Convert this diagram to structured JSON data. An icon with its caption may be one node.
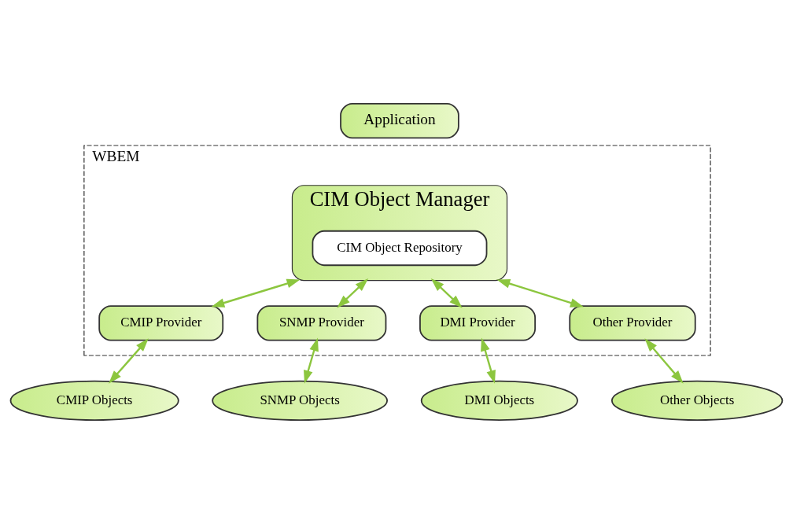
{
  "diagram": {
    "nodes": [
      {
        "text": [
          "Application"
        ]
      },
      {
        "text": [
          "WBEM"
        ]
      },
      {
        "text": [
          "CIM Object Manager"
        ],
        "in": 1
      },
      {
        "text": [
          "CIM Object Repository"
        ],
        "in": 2
      },
      {
        "text": [
          "CMIP Provider"
        ],
        "in": 1
      },
      {
        "text": [
          "SNMP Provider"
        ],
        "in": 1
      },
      {
        "text": [
          "DMI Provider"
        ],
        "in": 1
      },
      {
        "text": [
          "Other Provider"
        ],
        "in": 1
      },
      {
        "text": [
          "CMIP Objects"
        ]
      },
      {
        "text": [
          "SNMP Objects"
        ]
      },
      {
        "text": [
          "DMI Objects"
        ]
      },
      {
        "text": [
          "Other Objects"
        ]
      }
    ],
    "edges": [
      {
        "from": 2,
        "to": 4,
        "arrow": "both"
      },
      {
        "from": 2,
        "to": 5,
        "arrow": "both"
      },
      {
        "from": 2,
        "to": 6,
        "arrow": "both"
      },
      {
        "from": 2,
        "to": 7,
        "arrow": "both"
      },
      {
        "from": 4,
        "to": 8,
        "arrow": "both"
      },
      {
        "from": 5,
        "to": 9,
        "arrow": "both"
      },
      {
        "from": 6,
        "to": 10,
        "arrow": "both"
      },
      {
        "from": 7,
        "to": 11,
        "arrow": "both"
      }
    ]
  }
}
